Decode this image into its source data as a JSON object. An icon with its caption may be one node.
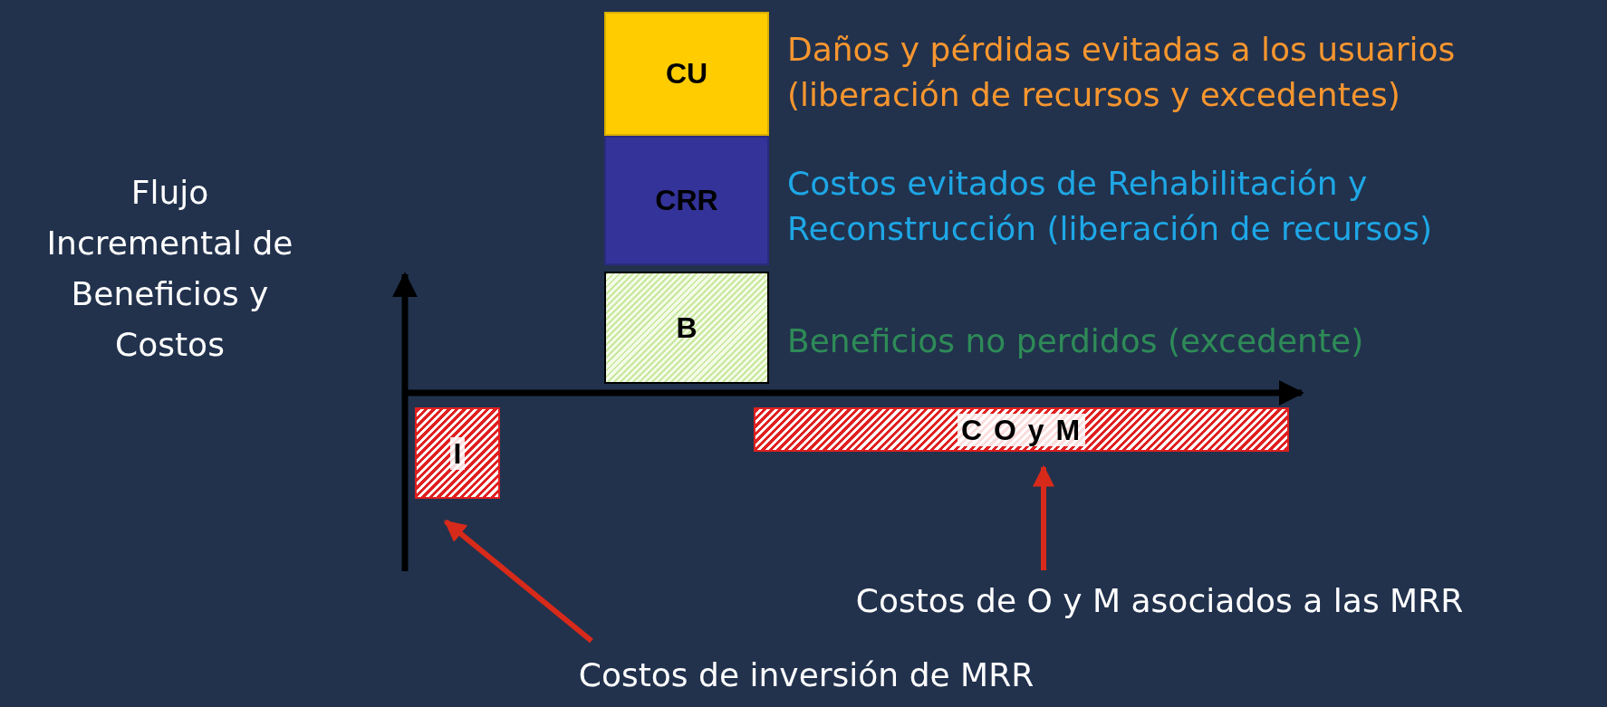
{
  "diagram": {
    "nodes": [
      {
        "text": [
          "CU"
        ],
        "beside": [
          "Daños y pérdidas evitadas a los usuarios (liberación de recursos y excedentes)"
        ]
      },
      {
        "text": [
          "CRR"
        ],
        "beside": [
          "Costos evitados de Rehabilitación y Reconstrucción (liberación de recursos)"
        ]
      },
      {
        "text": [
          "B"
        ],
        "beside": [
          "Beneficios no perdidos (excedente)"
        ]
      },
      {
        "text": [
          "I"
        ]
      },
      {
        "text": [
          "C O y M"
        ]
      },
      {
        "text": [
          "Costos de inversión de MRR"
        ]
      },
      {
        "text": [
          "Costos de O y M asociados a las MRR"
        ]
      }
    ],
    "edges": [
      {
        "from": 5,
        "to": 3,
        "arrow": "to"
      },
      {
        "from": 6,
        "to": 4,
        "arrow": "to"
      }
    ],
    "labels": [
      "Flujo Incremental de Beneficios y Costos"
    ]
  }
}
